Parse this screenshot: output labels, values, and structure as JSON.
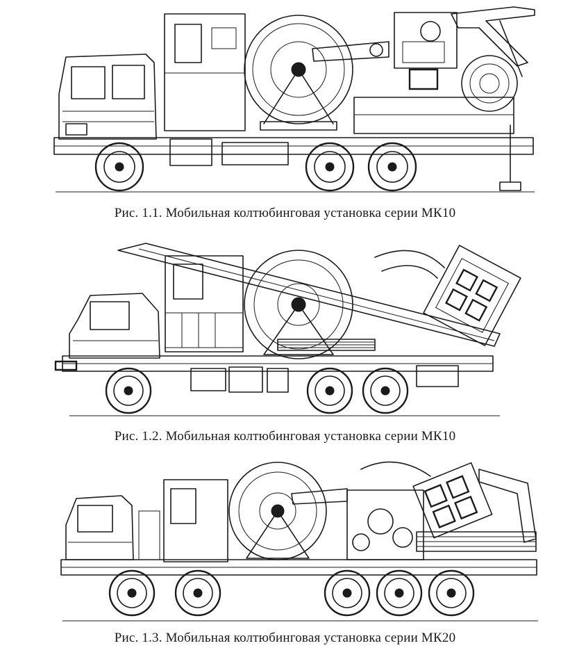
{
  "figures": [
    {
      "id": "fig-1-1",
      "caption": "Рис. 1.1. Мобильная колтюбинговая установка серии МК10"
    },
    {
      "id": "fig-1-2",
      "caption": "Рис. 1.2. Мобильная колтюбинговая установка серии МК10"
    },
    {
      "id": "fig-1-3",
      "caption": "Рис. 1.3. Мобильная колтюбинговая установка серии МК20"
    }
  ]
}
